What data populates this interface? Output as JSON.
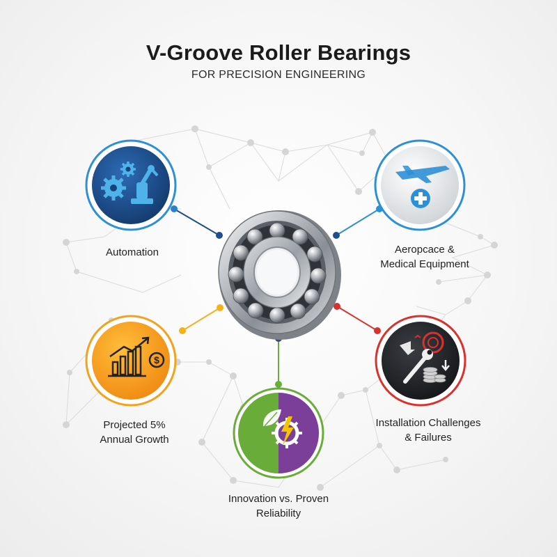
{
  "title": "V-Groove Roller Bearings",
  "subtitle": "FOR PRECISION ENGINEERING",
  "nodes": {
    "automation": {
      "label": "Automation",
      "color": "#1e4e8c",
      "icon": "gears-robot-arm-icon"
    },
    "aerospace": {
      "label_line1": "Aeropcace &",
      "label_line2": "Medical Equipment",
      "color": "#2d8fd6",
      "icon": "airplane-medical-cross-icon"
    },
    "growth": {
      "label_line1": "Projected 5%",
      "label_line2": "Annual Growth",
      "color": "#f39a1b",
      "icon": "growth-chart-dollar-icon"
    },
    "installation": {
      "label_line1": "Installation Challenges",
      "label_line2": "& Failures",
      "color": "#d8322e",
      "icon": "wrench-coins-icon"
    },
    "innovation": {
      "label_line1": "Innovation vs. Proven",
      "label_line2": "Reliability",
      "color_left": "#6aac3a",
      "color_right": "#7b3f99",
      "icon": "leaf-gear-lightning-icon"
    }
  },
  "center_icon": "ball-bearing-icon"
}
